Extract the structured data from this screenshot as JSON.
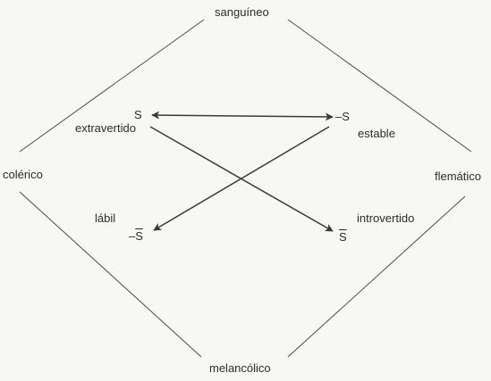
{
  "temperaments": {
    "top": "sanguíneo",
    "left": "colérico",
    "right": "flemático",
    "bottom": "melancólico"
  },
  "traits": {
    "extravertido": "extravertido",
    "estable": "estable",
    "labil": "lábil",
    "introvertido": "introvertido"
  },
  "symbols": {
    "s": "S",
    "neg_s": "–S",
    "neg_s_bar_minus": "–",
    "neg_s_bar_letter": "S",
    "s_bar": "S"
  },
  "colors": {
    "line": "#3a3a3a",
    "text": "#2b2b2b",
    "background": "#f7f7f4"
  }
}
